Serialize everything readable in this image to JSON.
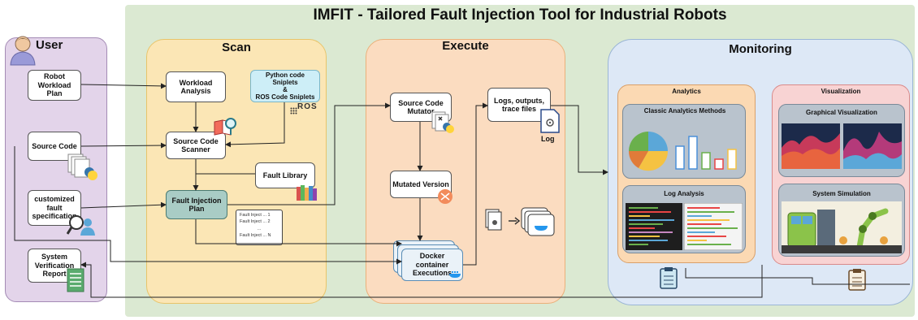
{
  "title": "IMFIT - Tailored Fault Injection Tool for Industrial Robots",
  "user": {
    "label": "User",
    "robot_workload_plan": "Robot Workload Plan",
    "source_code": "Source Code",
    "customized_fault_specification": "customized fault specification",
    "system_verification_report": "System Verification Report"
  },
  "scan": {
    "label": "Scan",
    "workload_analysis": "Workload Analysis",
    "snippets_line1": "Python code Sniplets",
    "snippets_line2": "&",
    "snippets_line3": "ROS Code Sniplets",
    "ros_logo": "ROS",
    "source_code_scanner": "Source Code Scanner",
    "fault_library": "Fault Library",
    "fault_injection_plan": "Fault Injection Plan",
    "fault_list": [
      "Fault Inject ... 1",
      "Fault Inject ... 2",
      "...",
      "Fault Inject ... N"
    ]
  },
  "execute": {
    "label": "Execute",
    "source_code_mutator": "Source Code Mutator",
    "logs_outputs": "Logs, outputs, trace files",
    "log_icon_label": "Log",
    "mutated_version": "Mutated Version",
    "docker_container": "Docker container Executions"
  },
  "monitoring": {
    "label": "Monitoring",
    "analytics": "Analytics",
    "classic_analytics": "Classic Analytics Methods",
    "log_analysis": "Log Analysis",
    "visualization": "Visualization",
    "graphical_visualization": "Graphical Visualization",
    "system_simulation": "System Simulation"
  },
  "colors": {
    "outer_bg": "#dbe9d2",
    "user_bg": "#e3d4ea",
    "scan_bg": "#fbe6b5",
    "execute_bg": "#fbdcc0",
    "monitoring_bg": "#dde8f6",
    "analytics_bg": "#fbd9b3",
    "visualization_bg": "#f8d3d3",
    "fault_plan_bg": "#a9ccc5",
    "snippets_bg": "#cdeef7"
  }
}
